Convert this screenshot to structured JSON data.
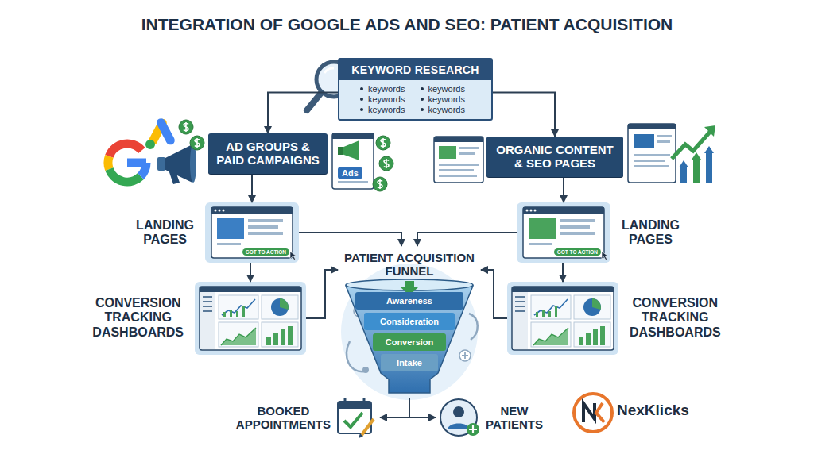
{
  "diagram": {
    "title": "INTEGRATION OF GOOGLE ADS AND SEO: PATIENT ACQUISITION",
    "nodes": [
      {
        "text": [
          "KEYWORD RESEARCH",
          "keywords",
          "keywords",
          "keywords",
          "keywords",
          "keywords",
          "keywords"
        ]
      },
      {
        "text": [
          "AD GROUPS & PAID CAMPAIGNS"
        ]
      },
      {
        "text": [
          "ORGANIC CONTENT & SEO PAGES"
        ]
      },
      {
        "text": [
          "LANDING PAGES",
          "GOT TO ACTION"
        ]
      },
      {
        "text": [
          "LANDING PAGES",
          "GOT TO ACTION"
        ]
      },
      {
        "text": [
          "CONVERSION TRACKING DASHBOARDS"
        ]
      },
      {
        "text": [
          "CONVERSION TRACKING DASHBOARDS"
        ]
      },
      {
        "text": [
          "PATIENT ACQUISITION FUNNEL"
        ]
      },
      {
        "text": [
          "Awareness"
        ],
        "in": 7
      },
      {
        "text": [
          "Consideration"
        ],
        "in": 7
      },
      {
        "text": [
          "Conversion"
        ],
        "in": 7
      },
      {
        "text": [
          "Intake"
        ],
        "in": 7
      },
      {
        "text": [
          "BOOKED APPOINTMENTS"
        ]
      },
      {
        "text": [
          "NEW PATIENTS"
        ]
      }
    ],
    "edges": [
      {
        "from": 0,
        "to": 1,
        "arrow": "to"
      },
      {
        "from": 0,
        "to": 2,
        "arrow": "to"
      },
      {
        "from": 1,
        "to": 3,
        "arrow": "to"
      },
      {
        "from": 2,
        "to": 4,
        "arrow": "to"
      },
      {
        "from": 3,
        "to": 5,
        "arrow": "to"
      },
      {
        "from": 4,
        "to": 6,
        "arrow": "to"
      },
      {
        "from": 3,
        "to": 7,
        "arrow": "to"
      },
      {
        "from": 4,
        "to": 7,
        "arrow": "to"
      },
      {
        "from": 5,
        "to": 7,
        "arrow": "to"
      },
      {
        "from": 6,
        "to": 7,
        "arrow": "to"
      },
      {
        "from": 7,
        "to": 12,
        "arrow": "to"
      },
      {
        "from": 7,
        "to": 13,
        "arrow": "to"
      }
    ],
    "labels": [
      "Ads",
      "NexKlicks"
    ]
  }
}
